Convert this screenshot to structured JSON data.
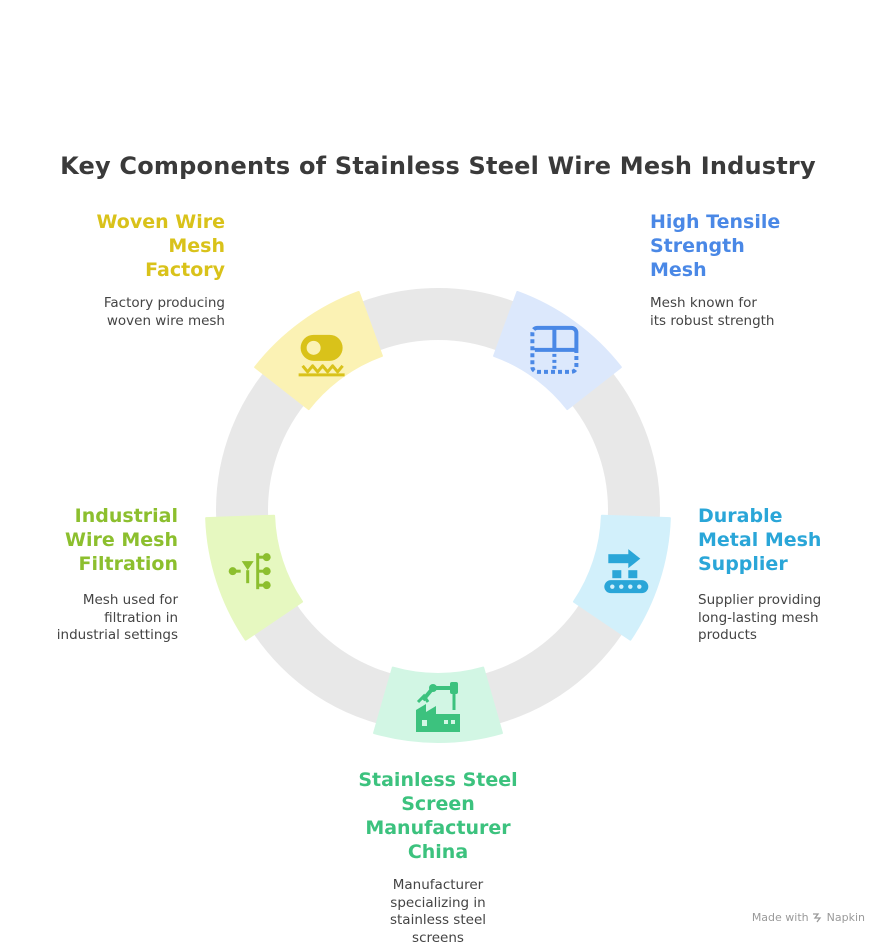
{
  "title": "Key Components of Stainless Steel Wire Mesh Industry",
  "footer": {
    "made_with": "Made with",
    "brand": "Napkin"
  },
  "nodes": [
    {
      "label": "Woven Wire Mesh Factory",
      "label_lines": [
        "Woven Wire",
        "Mesh",
        "Factory"
      ],
      "desc_lines": [
        "Factory producing",
        "woven wire mesh"
      ],
      "color": "#D9C21A",
      "fill": "#FBF2B4",
      "icon": "woven-mesh-roll-icon"
    },
    {
      "label": "High Tensile Strength Mesh",
      "label_lines": [
        "High Tensile",
        "Strength",
        "Mesh"
      ],
      "desc_lines": [
        "Mesh known for",
        "its robust strength"
      ],
      "color": "#4A88E6",
      "fill": "#DCE8FC",
      "icon": "grid-mesh-icon"
    },
    {
      "label": "Durable Metal Mesh Supplier",
      "label_lines": [
        "Durable",
        "Metal Mesh",
        "Supplier"
      ],
      "desc_lines": [
        "Supplier providing",
        "long-lasting mesh",
        "products"
      ],
      "color": "#2AA6D8",
      "fill": "#D2F0FB",
      "icon": "conveyor-supply-icon"
    },
    {
      "label": "Stainless Steel Screen Manufacturer China",
      "label_lines": [
        "Stainless Steel",
        "Screen",
        "Manufacturer",
        "China"
      ],
      "desc_lines": [
        "Manufacturer",
        "specializing in",
        "stainless steel",
        "screens"
      ],
      "color": "#3CC27E",
      "fill": "#D2F6E4",
      "icon": "factory-robot-arm-icon"
    },
    {
      "label": "Industrial Wire Mesh Filtration",
      "label_lines": [
        "Industrial",
        "Wire Mesh",
        "Filtration"
      ],
      "desc_lines": [
        "Mesh used for",
        "filtration in",
        "industrial settings"
      ],
      "color": "#8CBF2E",
      "fill": "#E6F8C0",
      "icon": "filter-funnel-icon"
    }
  ]
}
